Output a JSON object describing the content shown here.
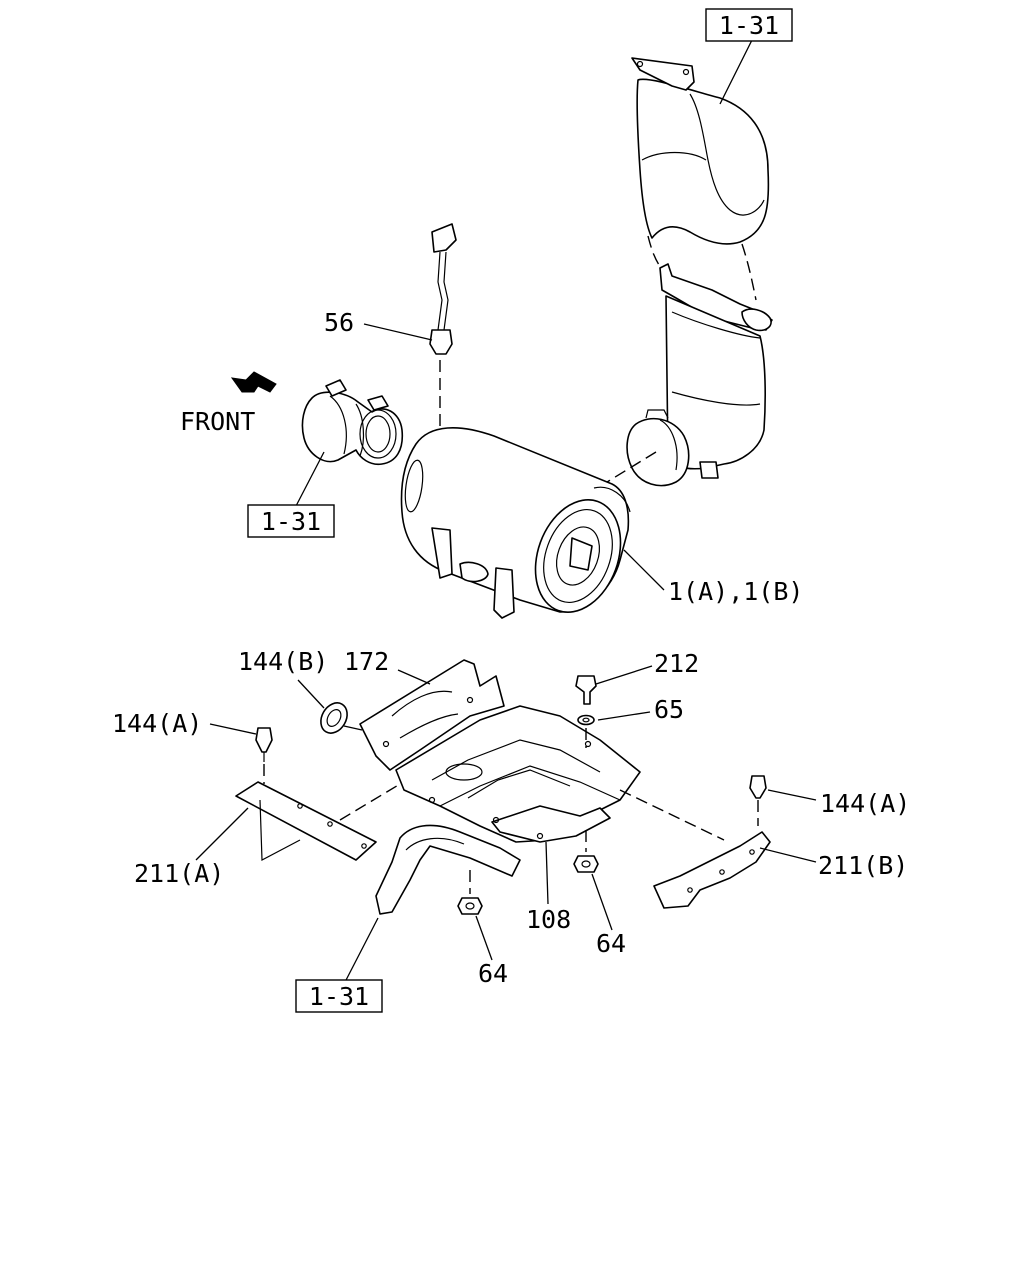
{
  "diagram": {
    "front_label": "FRONT",
    "refs": {
      "top_right": "1-31",
      "left_clamp": "1-31",
      "bottom": "1-31"
    },
    "callouts": {
      "muffler": "1(A),1(B)",
      "sensor": "56",
      "clip_b": "144(B)",
      "shield_172": "172",
      "bolt": "212",
      "washer": "65",
      "clip_a_left": "144(A)",
      "clip_a_right": "144(A)",
      "bracket_211b": "211(B)",
      "bracket_211a": "211(A)",
      "bracket_108": "108",
      "nut_64_right": "64",
      "nut_64_left": "64"
    }
  }
}
